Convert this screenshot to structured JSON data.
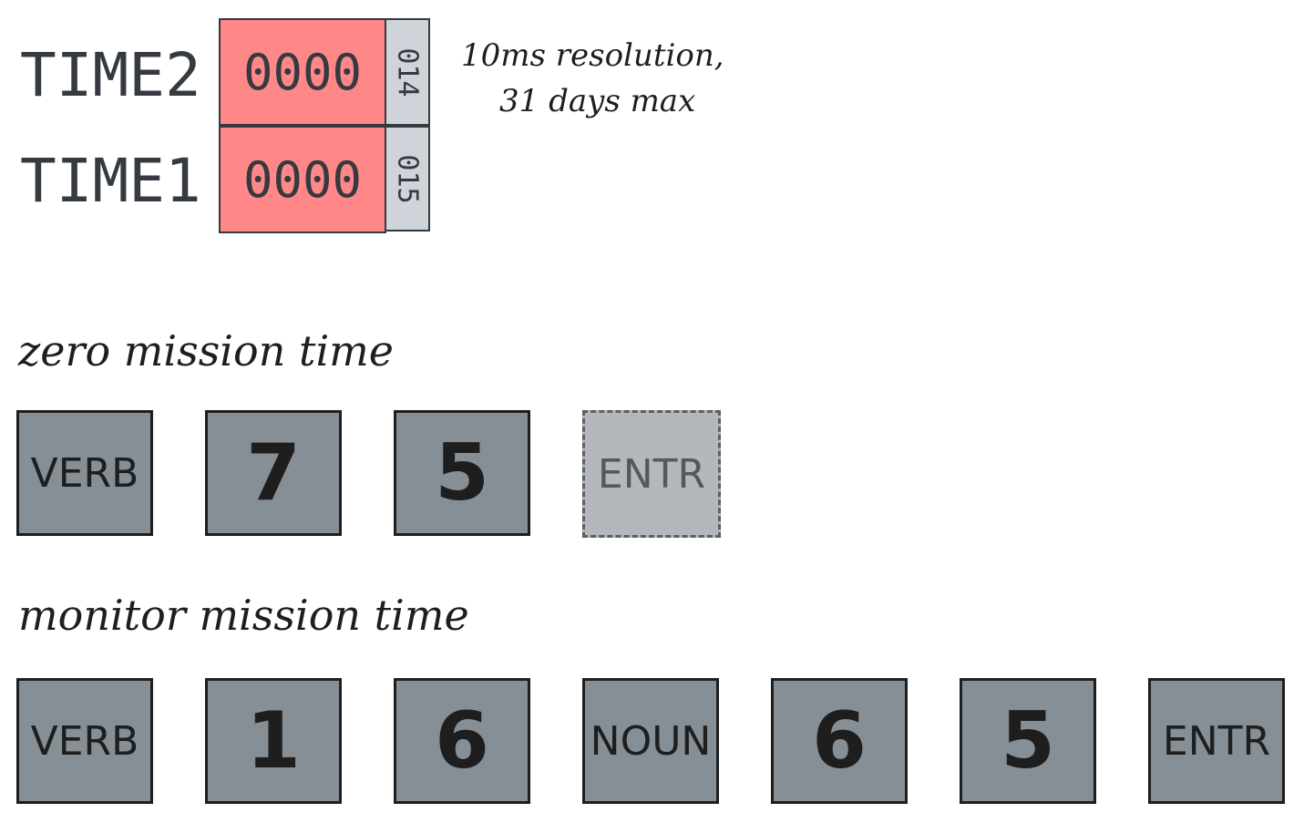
{
  "registers": [
    {
      "label": "TIME2",
      "value": "0000",
      "address": "014"
    },
    {
      "label": "TIME1",
      "value": "0000",
      "address": "015"
    }
  ],
  "note": {
    "line1": "10ms resolution,",
    "line2": "31 days max"
  },
  "sections": [
    {
      "title": "zero mission time",
      "keys": [
        {
          "label": "VERB",
          "kind": "word",
          "pending": false
        },
        {
          "label": "7",
          "kind": "digit",
          "pending": false
        },
        {
          "label": "5",
          "kind": "digit",
          "pending": false
        },
        {
          "label": "ENTR",
          "kind": "word",
          "pending": true
        }
      ]
    },
    {
      "title": "monitor mission time",
      "keys": [
        {
          "label": "VERB",
          "kind": "word",
          "pending": false
        },
        {
          "label": "1",
          "kind": "digit",
          "pending": false
        },
        {
          "label": "6",
          "kind": "digit",
          "pending": false
        },
        {
          "label": "NOUN",
          "kind": "word",
          "pending": false
        },
        {
          "label": "6",
          "kind": "digit",
          "pending": false
        },
        {
          "label": "5",
          "kind": "digit",
          "pending": false
        },
        {
          "label": "ENTR",
          "kind": "word",
          "pending": false
        }
      ]
    }
  ],
  "colors": {
    "register_fill": "#ff8787",
    "address_fill": "#ced4da",
    "key_fill": "#868e96",
    "pending_key_fill": "#b4b8bd"
  }
}
